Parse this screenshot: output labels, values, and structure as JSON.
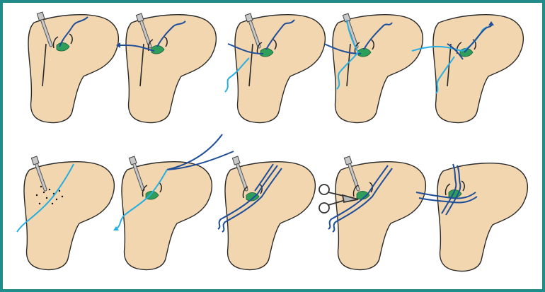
{
  "figure": {
    "border_color": "#218c8a",
    "bone_fill": "#f2d6b0",
    "outline_color": "#2a2a2a",
    "suture_dark_color": "#1f4e99",
    "suture_light_color": "#29aee0",
    "tissue_color": "#2f9e5a",
    "instrument_color": "#b9b9b9",
    "rows": 2,
    "panels_per_row": 5,
    "panels": [
      {
        "row": 1,
        "step": 1,
        "instrument": "needle",
        "suture": "single-dark"
      },
      {
        "row": 1,
        "step": 2,
        "instrument": "needle",
        "suture": "dark-pulled-out"
      },
      {
        "row": 1,
        "step": 3,
        "instrument": "needle",
        "suture": "dark-and-light"
      },
      {
        "row": 1,
        "step": 4,
        "instrument": "needle",
        "suture": "light-loop"
      },
      {
        "row": 1,
        "step": 5,
        "instrument": "none",
        "suture": "shuttled"
      },
      {
        "row": 2,
        "step": 6,
        "instrument": "needle",
        "suture": "light-pass"
      },
      {
        "row": 2,
        "step": 7,
        "instrument": "needle",
        "suture": "dark-limbs-retrieved"
      },
      {
        "row": 2,
        "step": 8,
        "instrument": "needle",
        "suture": "doubled-limbs"
      },
      {
        "row": 2,
        "step": 9,
        "instrument": "scissors",
        "suture": "doubled-limbs-cut"
      },
      {
        "row": 2,
        "step": 10,
        "instrument": "none",
        "suture": "final-repair"
      }
    ]
  }
}
